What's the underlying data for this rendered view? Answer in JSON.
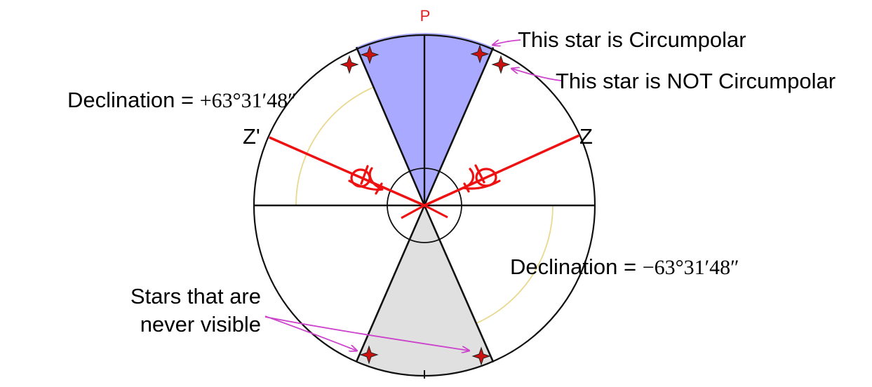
{
  "pole_label": "P",
  "zenith_label": "Z",
  "zenith_prime_label": "Z'",
  "declination_prefix": "Declination = ",
  "declination_north_value": "+63°31′48″",
  "declination_south_value": "−63°31′48″",
  "circumpolar_label": "This star is Circumpolar",
  "not_circumpolar_label": "This star is NOT Circumpolar",
  "never_visible_label_line1": "Stars that are",
  "never_visible_label_line2": "never visible",
  "colors": {
    "circumpolar_sector": "#a9a9ff",
    "never_visible_sector": "#e0e0e0",
    "zenith_lines": "#ee1111",
    "pole_label": "#e02020",
    "arrows": "#cc44cc",
    "declination_arcs": "#e8d890",
    "stars": "#cc1111"
  }
}
